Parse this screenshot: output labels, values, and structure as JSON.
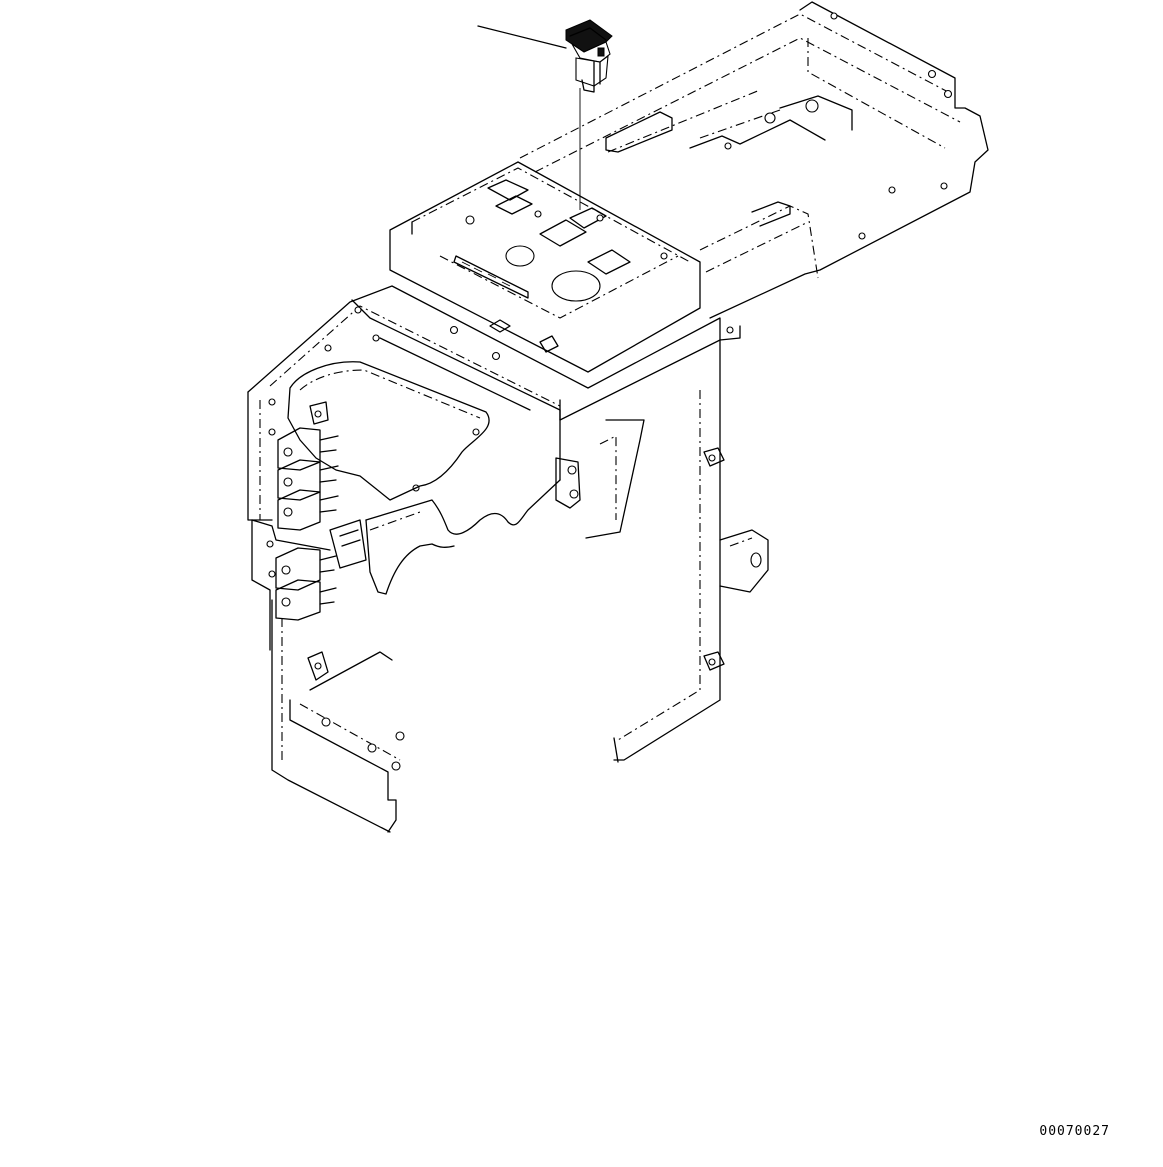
{
  "drawing": {
    "reference_code": "00070027",
    "component": "rocker-switch",
    "assembly": "operator-console-frame",
    "leader_count": 1
  }
}
